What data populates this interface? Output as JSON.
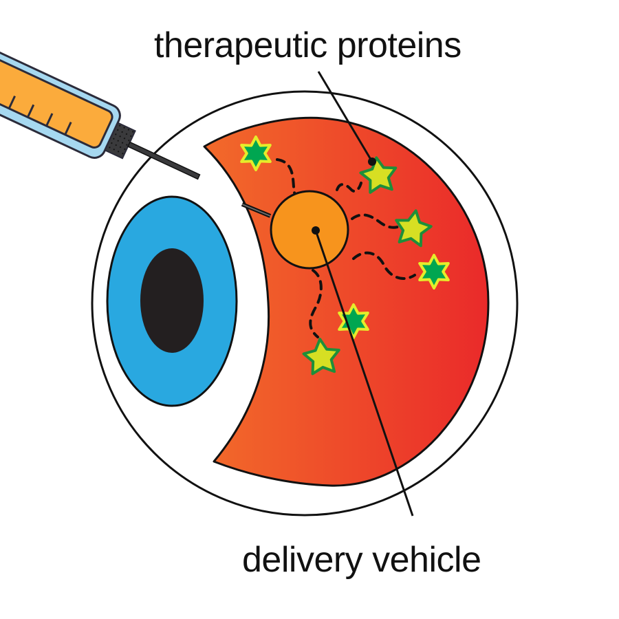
{
  "labels": {
    "therapeutic_proteins": "therapeutic proteins",
    "delivery_vehicle": "delivery vehicle"
  },
  "colors": {
    "background": "#ffffff",
    "outline": "#111111",
    "iris": "#29a8e0",
    "pupil": "#231f20",
    "retina_gradient_start": "#f26a2a",
    "retina_gradient_end": "#ea2a2a",
    "delivery_vehicle_fill": "#f7941d",
    "syringe_barrel": "#a6d8f0",
    "syringe_fluid": "#fbab3c",
    "syringe_hub": "#3a3a3c",
    "needle": "#3a3a3c",
    "star_dark_green": "#00a651",
    "star_dark_outline": "#e6ec2a",
    "star_light_fill": "#d7df23",
    "star_light_outline": "#1e8f3a"
  },
  "icons": {
    "syringe": "syringe-icon",
    "eye": "eye-icon",
    "star_six_point": "six-point-star-icon",
    "star_five_point": "five-point-star-icon"
  },
  "proteins": [
    {
      "kind": "six-point",
      "style": "dark"
    },
    {
      "kind": "five-point",
      "style": "light"
    },
    {
      "kind": "five-point",
      "style": "light"
    },
    {
      "kind": "six-point",
      "style": "dark"
    },
    {
      "kind": "six-point",
      "style": "dark"
    },
    {
      "kind": "five-point",
      "style": "light"
    }
  ]
}
